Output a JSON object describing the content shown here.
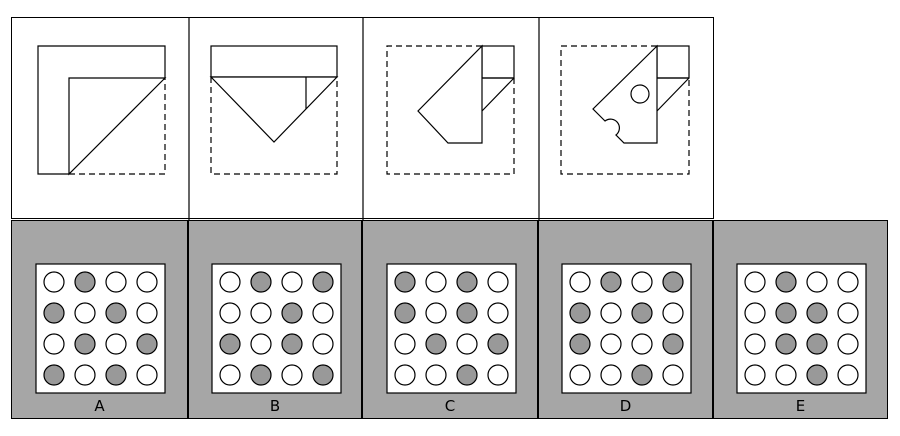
{
  "steps": [
    {
      "id": "step-1"
    },
    {
      "id": "step-2"
    },
    {
      "id": "step-3"
    },
    {
      "id": "step-4"
    }
  ],
  "options": [
    {
      "label": "A",
      "grid": [
        [
          0,
          1,
          0,
          0
        ],
        [
          1,
          0,
          1,
          0
        ],
        [
          0,
          1,
          0,
          1
        ],
        [
          1,
          0,
          1,
          0
        ]
      ]
    },
    {
      "label": "B",
      "grid": [
        [
          0,
          1,
          0,
          1
        ],
        [
          0,
          0,
          1,
          0
        ],
        [
          1,
          0,
          1,
          0
        ],
        [
          0,
          1,
          0,
          1
        ]
      ]
    },
    {
      "label": "C",
      "grid": [
        [
          1,
          0,
          1,
          0
        ],
        [
          1,
          0,
          1,
          0
        ],
        [
          0,
          1,
          0,
          1
        ],
        [
          0,
          0,
          1,
          0
        ]
      ]
    },
    {
      "label": "D",
      "grid": [
        [
          0,
          1,
          0,
          1
        ],
        [
          1,
          0,
          1,
          0
        ],
        [
          1,
          0,
          0,
          1
        ],
        [
          0,
          0,
          1,
          0
        ]
      ]
    },
    {
      "label": "E",
      "grid": [
        [
          0,
          1,
          0,
          0
        ],
        [
          0,
          1,
          1,
          0
        ],
        [
          0,
          1,
          1,
          0
        ],
        [
          0,
          0,
          1,
          0
        ]
      ]
    }
  ],
  "colors": {
    "panel_background": "#a6a6a6",
    "hole_filled": "#999999",
    "hole_empty": "#ffffff",
    "stroke": "#000000"
  }
}
